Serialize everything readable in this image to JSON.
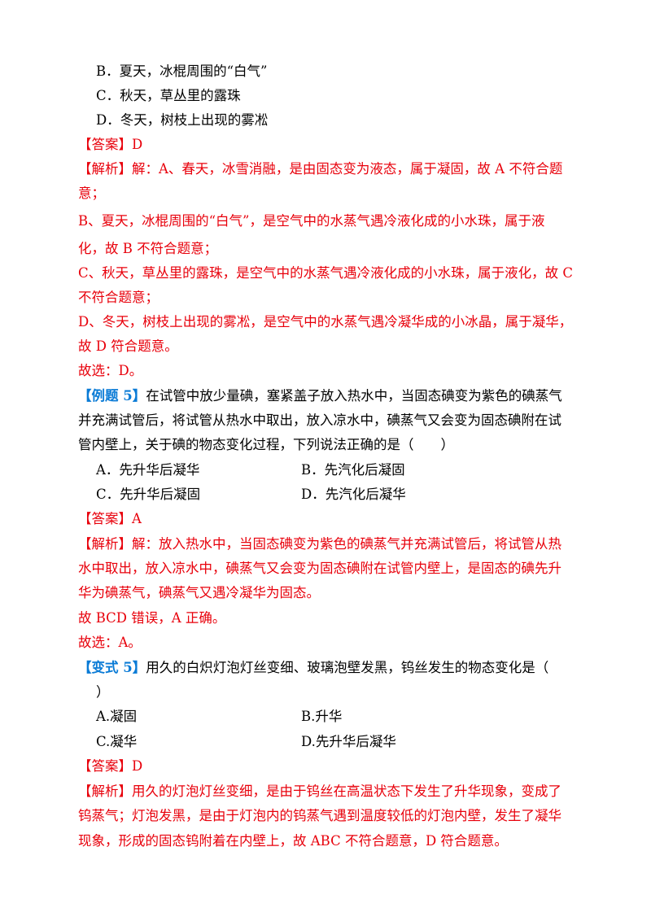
{
  "q4": {
    "options": [
      "B．夏天，冰棍周围的“白气”",
      "C．秋天，草丛里的露珠",
      "D．冬天，树枝上出现的雾凇"
    ],
    "answer_label": "【答案】",
    "answer_value": "D",
    "analysis_label": "【解析】",
    "analysis_lines": [
      "解：A、春天，冰雪消融，是由固态变为液态，属于凝固，故 A 不符合题",
      "意；",
      "B、夏天，冰棍周围的“白气”，是空气中的水蒸气遇冷液化成的小水珠，属于液",
      "化，故 B 不符合题意；",
      "C、秋天，草丛里的露珠，是空气中的水蒸气遇冷液化成的小水珠，属于液化，故 C",
      "不符合题意；",
      "D、冬天，树枝上出现的雾凇，是空气中的水蒸气遇冷凝华成的小冰晶，属于凝华，",
      "故 D 符合题意。"
    ],
    "choose": "故选：D。"
  },
  "ex5": {
    "label": "【例题 5】",
    "lines": [
      "在试管中放少量碘，塞紧盖子放入热水中，当固态碘变为紫色的碘蒸气",
      "并充满试管后，将试管从热水中取出，放入凉水中，碘蒸气又会变为固态碘附在试",
      "管内壁上，关于碘的物态变化过程，下列说法正确的是（　　）"
    ],
    "options": [
      "A．先升华后凝华",
      "B．先汽化后凝固",
      "C．先升华后凝固",
      "D．先汽化后凝华"
    ],
    "answer_label": "【答案】",
    "answer_value": "A",
    "analysis_label": "【解析】",
    "analysis_lines": [
      "解：放入热水中，当固态碘变为紫色的碘蒸气并充满试管后，将试管从热",
      "水中取出，放入凉水中，碘蒸气又会变为固态碘附在试管内壁上，是固态的碘先升",
      "华为碘蒸气，碘蒸气又遇冷凝华为固态。"
    ],
    "extra": "故 BCD 错误，A 正确。",
    "choose": "故选：A。"
  },
  "var5": {
    "label": "【变式 5】",
    "lines": [
      "用久的白炽灯泡灯丝变细、玻璃泡壁发黑，钨丝发生的物态变化是（",
      "）"
    ],
    "options": [
      "A.凝固",
      "B.升华",
      "C.凝华",
      "D.先升华后凝华"
    ],
    "answer_label": "【答案】",
    "answer_value": "D",
    "analysis_label": "【解析】",
    "analysis_lines": [
      "用久的灯泡灯丝变细，是由于钨丝在高温状态下发生了升华现象，变成了",
      "钨蒸气；灯泡发黑，是由于灯泡内的钨蒸气遇到温度较低的灯泡内壁，发生了凝华",
      "现象，形成的固态钨附着在内壁上，故 ABC 不符合题意，D 符合题意。"
    ]
  }
}
